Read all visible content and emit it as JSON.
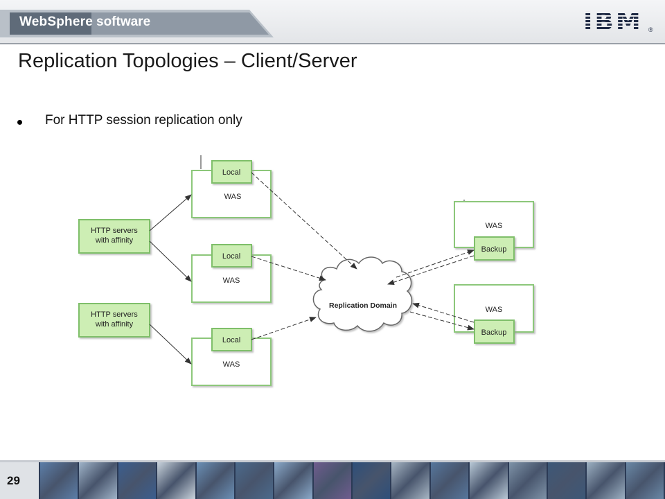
{
  "header": {
    "brand_primary": "WebSphere",
    "brand_secondary": "software",
    "company_logo": "IBM"
  },
  "slide": {
    "title": "Replication  Topologies  – Client/Server",
    "bullet": "For HTTP session replication only",
    "page_number": "29"
  },
  "diagram": {
    "http_servers": [
      {
        "line1": "HTTP servers",
        "line2": "with affinity"
      },
      {
        "line1": "HTTP servers",
        "line2": "with affinity"
      }
    ],
    "local_servers": [
      {
        "tag": "Local",
        "label": "WAS"
      },
      {
        "tag": "Local",
        "label": "WAS"
      },
      {
        "tag": "Local",
        "label": "WAS"
      }
    ],
    "backup_servers": [
      {
        "tag": "Backup",
        "label": "WAS"
      },
      {
        "tag": "Backup",
        "label": "WAS"
      }
    ],
    "domain_label": "Replication Domain",
    "colors": {
      "node_border": "#7fbf6a",
      "node_fill": "#cdeeb4",
      "box_border": "#8cc77a"
    }
  },
  "footer": {
    "tile_colors": [
      "#5c7ea8",
      "#9fb3c8",
      "#3b5e8f",
      "#c9d3dc",
      "#6a8fb5",
      "#4b6a8c",
      "#8aa9c9",
      "#6f5c8e",
      "#2e4f7a",
      "#a7b6c4",
      "#56769c",
      "#b8c8d6",
      "#7e93a8",
      "#3d5878",
      "#9cb0c2",
      "#6a88a6"
    ]
  }
}
